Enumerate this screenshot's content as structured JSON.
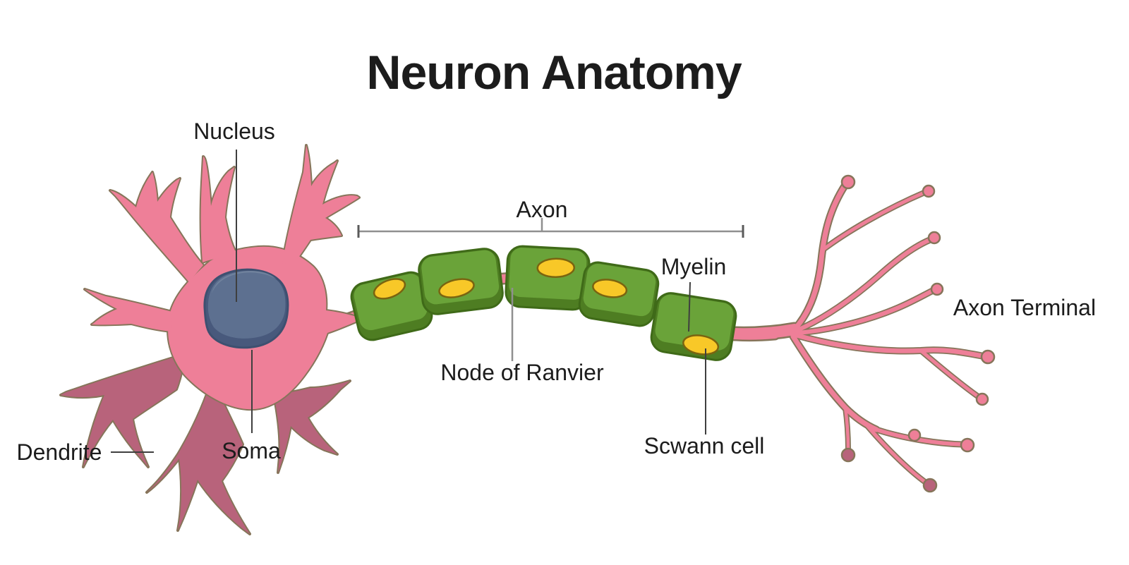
{
  "title": "Neuron Anatomy",
  "labels": {
    "nucleus": "Nucleus",
    "axon": "Axon",
    "myelin": "Myelin",
    "axon_terminal": "Axon Terminal",
    "dendrite": "Dendrite",
    "soma": "Soma",
    "node_of_ranvier": "Node of Ranvier",
    "schwann_cell": "Scwann cell"
  },
  "colors": {
    "bg": "#ffffff",
    "body_pink": "#ee7f98",
    "body_pink_dark": "#b8637b",
    "outline": "#86755a",
    "nucleus_main": "#5d7090",
    "nucleus_dark": "#48597c",
    "nucleus_light": "#72849f",
    "nucleus_stroke": "#3e5070",
    "myelin_green": "#6aa339",
    "myelin_green_dark": "#4e7d22",
    "myelin_stroke": "#3f6a18",
    "schwann_yellow": "#f8c828",
    "schwann_stroke": "#7a6410",
    "label_line": "#3f3f3f",
    "bracket_line": "#8f8f8f",
    "tick_line": "#5a5a5a",
    "text": "#1c1c1c"
  }
}
